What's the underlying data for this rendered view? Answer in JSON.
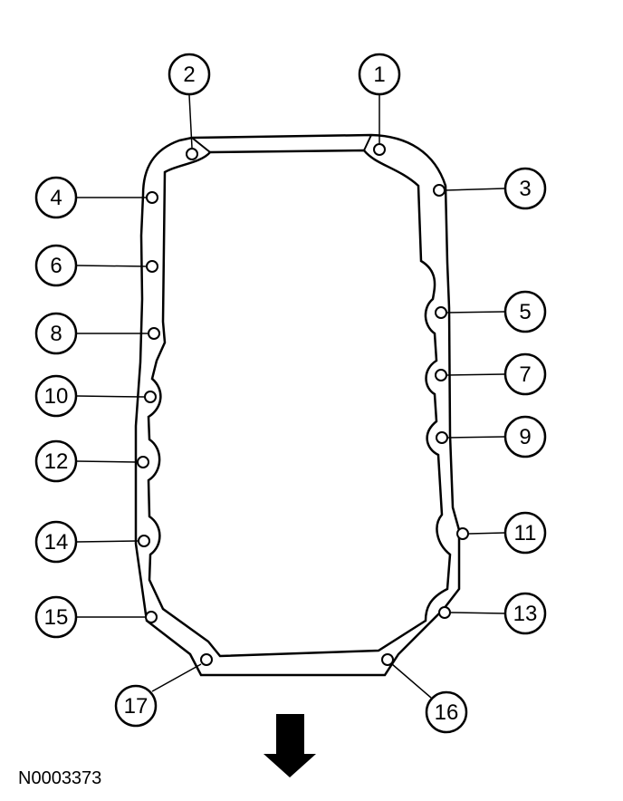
{
  "figure_id": "N0003373",
  "callouts": [
    "1",
    "2",
    "3",
    "4",
    "5",
    "6",
    "7",
    "8",
    "9",
    "10",
    "11",
    "12",
    "13",
    "14",
    "15",
    "16",
    "17"
  ],
  "colors": {
    "line": "#000000",
    "background": "#ffffff"
  }
}
